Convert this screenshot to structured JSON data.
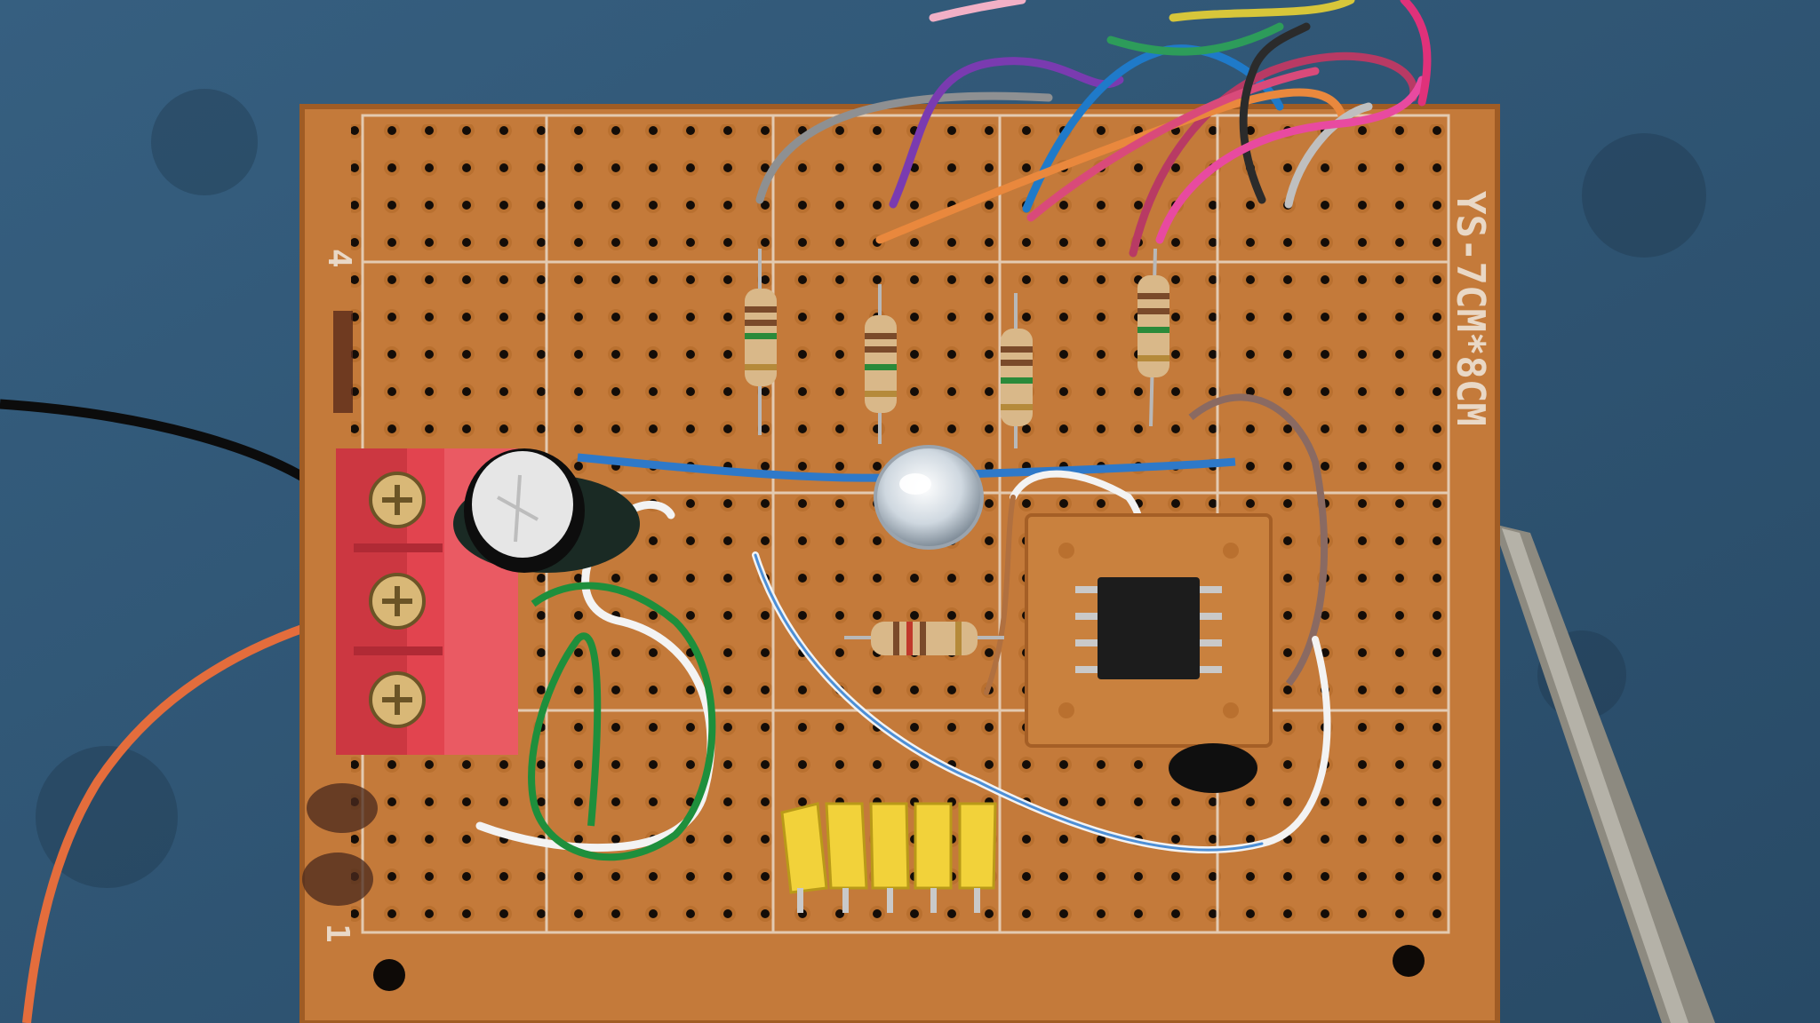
{
  "photo": {
    "board_label": "YS-7CM*8CM",
    "row_marker_top": "4",
    "row_marker_bottom": "1",
    "colors": {
      "background": "#2f5676",
      "board": "#c47a3a",
      "board_dark": "#a9622a",
      "silkscreen": "#e9d8c6",
      "terminal_block": "#e2444f",
      "header_pins": "#f2d23a",
      "ic_body": "#1c1c1c"
    },
    "icons": [
      "terminal-block-icon",
      "capacitor-icon",
      "resistor-icon",
      "led-icon",
      "ic-chip-icon",
      "pin-header-icon",
      "screwdriver-icon"
    ]
  }
}
